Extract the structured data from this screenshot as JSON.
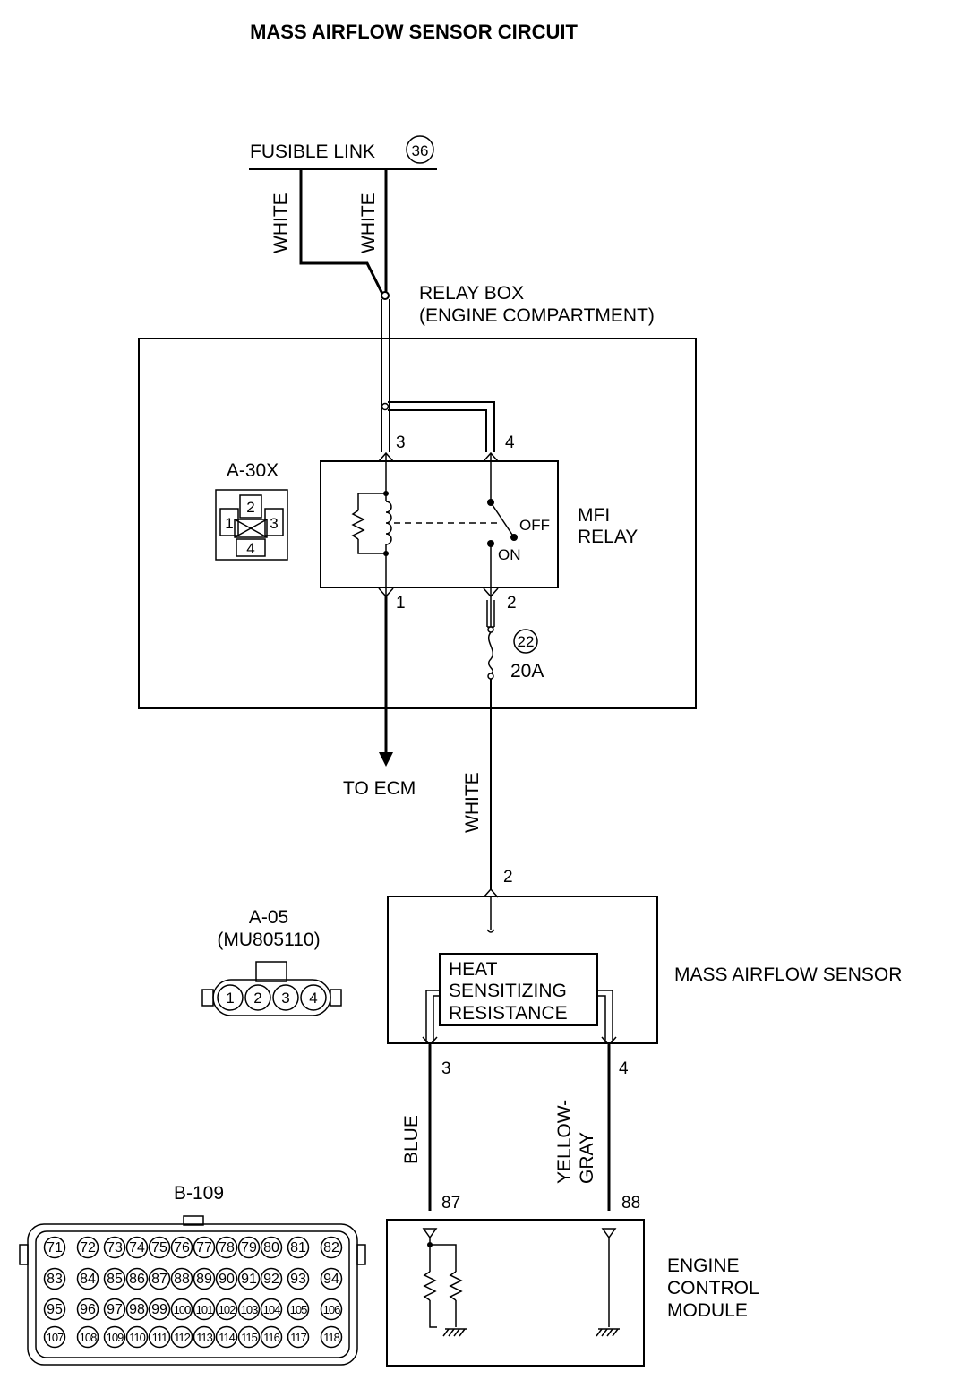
{
  "title": "MASS AIRFLOW SENSOR CIRCUIT",
  "fusible_link": {
    "label": "FUSIBLE LINK",
    "number": "36"
  },
  "wires": {
    "left_feed": "WHITE",
    "right_feed": "WHITE",
    "to_sensor": "WHITE",
    "pin3_to_87": "BLUE",
    "pin4_to_88_line1": "YELLOW-",
    "pin4_to_88_line2": "GRAY"
  },
  "relay_box": {
    "line1": "RELAY BOX",
    "line2": "(ENGINE COMPARTMENT)"
  },
  "relay": {
    "label_line1": "MFI",
    "label_line2": "RELAY",
    "off": "OFF",
    "on": "ON",
    "pins": {
      "p1": "1",
      "p2": "2",
      "p3": "3",
      "p4": "4"
    }
  },
  "connector_a30x": {
    "label": "A-30X",
    "pins": [
      "1",
      "2",
      "3",
      "4"
    ]
  },
  "fuse": {
    "number": "22",
    "rating": "20A"
  },
  "to_ecm": "TO ECM",
  "connector_a05": {
    "label": "A-05",
    "part": "(MU805110)",
    "pins": [
      "1",
      "2",
      "3",
      "4"
    ]
  },
  "maf_sensor": {
    "label": "MASS AIRFLOW SENSOR",
    "element_line1": "HEAT",
    "element_line2": "SENSITIZING",
    "element_line3": "RESISTANCE",
    "pins": {
      "p2": "2",
      "p3": "3",
      "p4": "4"
    }
  },
  "ecm": {
    "label_line1": "ENGINE",
    "label_line2": "CONTROL",
    "label_line3": "MODULE",
    "pins": {
      "p87": "87",
      "p88": "88"
    }
  },
  "connector_b109": {
    "label": "B-109",
    "rows": [
      [
        "71",
        "72",
        "73",
        "74",
        "75",
        "76",
        "77",
        "78",
        "79",
        "80",
        "81",
        "82"
      ],
      [
        "83",
        "84",
        "85",
        "86",
        "87",
        "88",
        "89",
        "90",
        "91",
        "92",
        "93",
        "94"
      ],
      [
        "95",
        "96",
        "97",
        "98",
        "99",
        "100",
        "101",
        "102",
        "103",
        "104",
        "105",
        "106"
      ],
      [
        "107",
        "108",
        "109",
        "110",
        "111",
        "112",
        "113",
        "114",
        "115",
        "116",
        "117",
        "118"
      ]
    ]
  }
}
